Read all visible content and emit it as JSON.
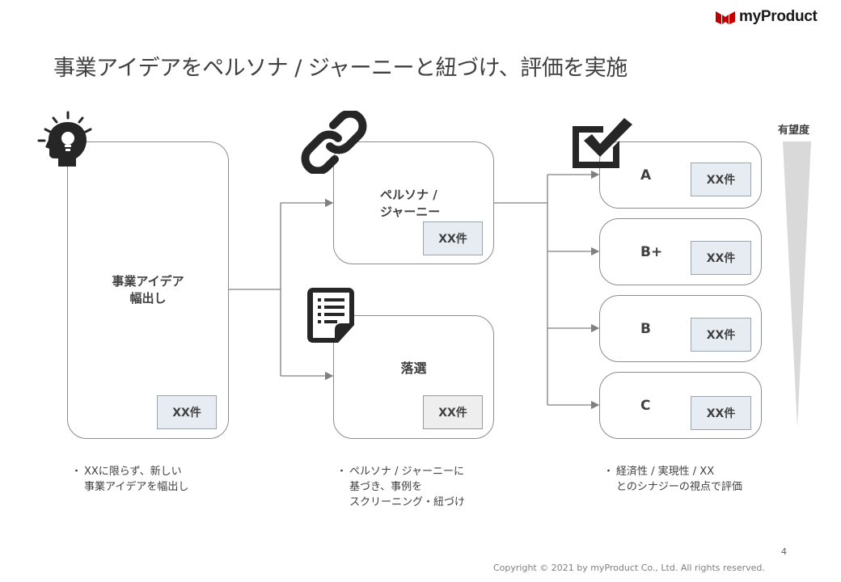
{
  "logo": {
    "text": "myProduct"
  },
  "title": "事業アイデアをペルソナ / ジャーニーと紐づけ、評価を実施",
  "stages": {
    "ideation": {
      "label_l1": "事業アイデア",
      "label_l2": "幅出し",
      "count": "XX件"
    },
    "persona": {
      "label_l1": "ペルソナ /",
      "label_l2": "ジャーニー",
      "count": "XX件"
    },
    "rejected": {
      "label": "落選",
      "count": "XX件"
    }
  },
  "grades": [
    {
      "label": "A",
      "count": "XX件"
    },
    {
      "label": "B+",
      "count": "XX件"
    },
    {
      "label": "B",
      "count": "XX件"
    },
    {
      "label": "C",
      "count": "XX件"
    }
  ],
  "prospect_label": "有望度",
  "notes": {
    "ideation": {
      "bullet": "・",
      "l1": "XXに限らず、新しい",
      "l2": "事業アイデアを幅出し"
    },
    "persona": {
      "bullet": "・",
      "l1": "ペルソナ / ジャーニーに",
      "l2": "基づき、事例を",
      "l3": "スクリーニング・紐づけ"
    },
    "evaluation": {
      "bullet": "・",
      "l1": "経済性 / 実現性 / XX",
      "l2": "とのシナジーの視点で評価"
    }
  },
  "page_number": "4",
  "copyright": "Copyright © 2021 by myProduct Co., Ltd.  All rights reserved.",
  "colors": {
    "accent": "#c00000",
    "count_fill": "#e6ecf2",
    "count_fill_gray": "#eeeeee",
    "icon": "#262626",
    "triangle": "#d9d9d9"
  },
  "icons": [
    "lightbulb-head-icon",
    "chain-link-icon",
    "document-list-icon",
    "checkbox-checked-icon",
    "logo-icon"
  ]
}
